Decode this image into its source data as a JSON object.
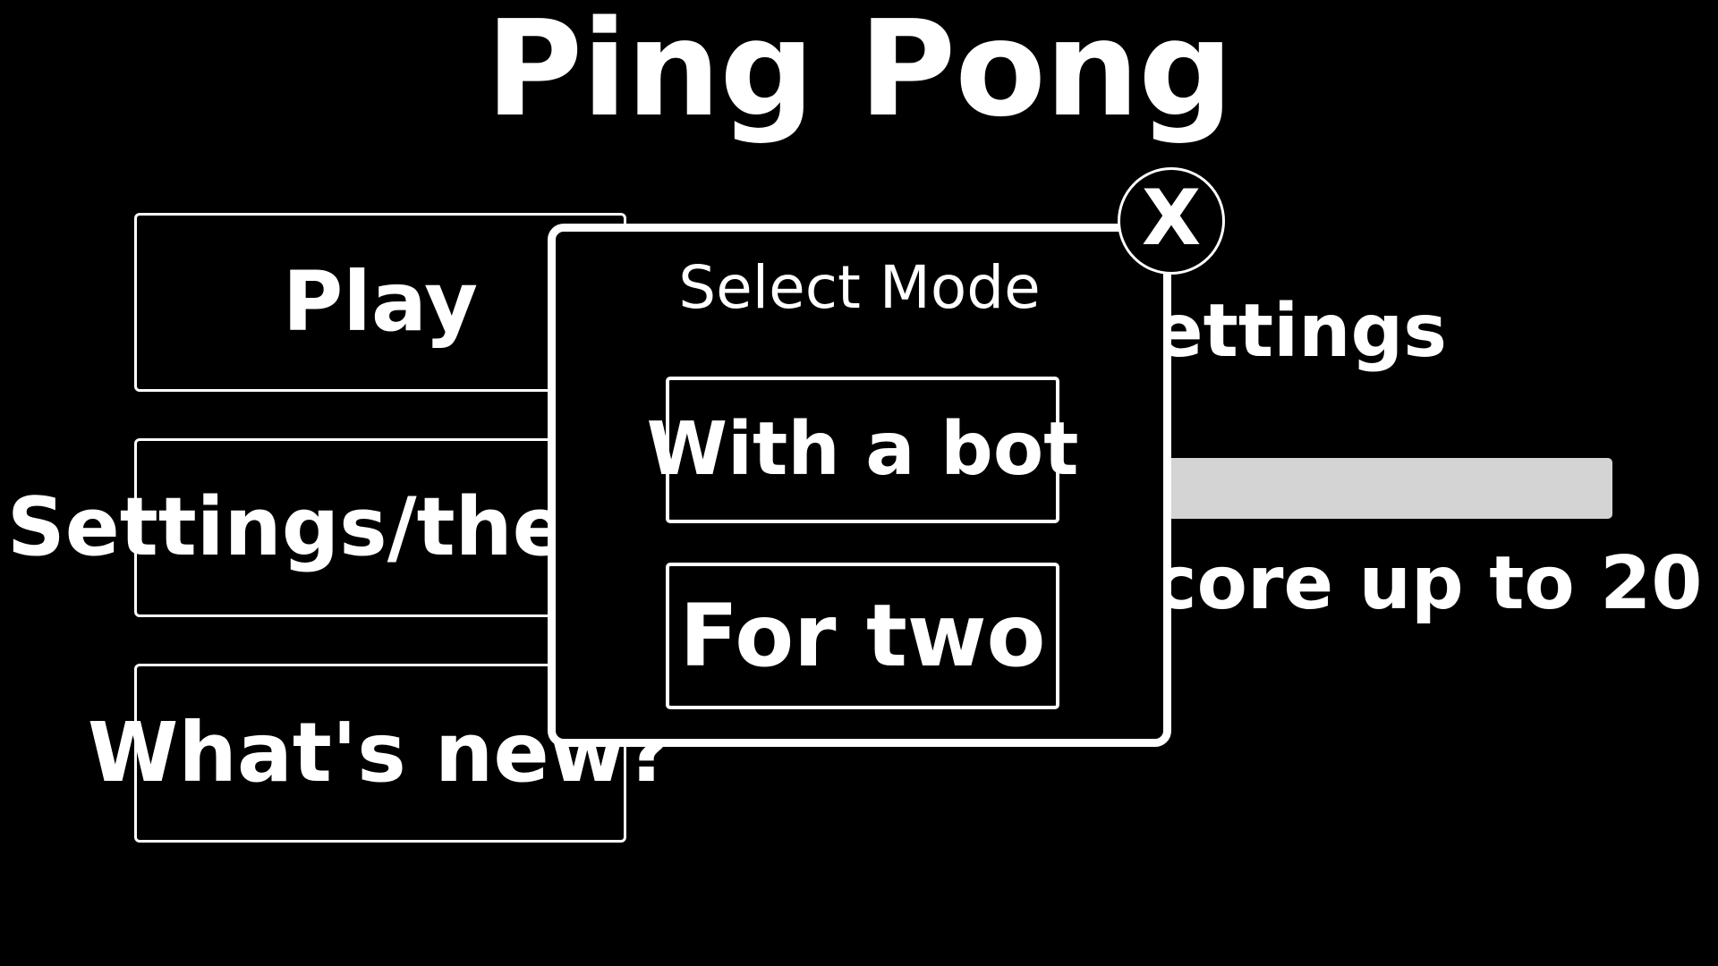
{
  "app": {
    "title": "Ping Pong",
    "background_color": "#000000",
    "foreground_color": "#ffffff"
  },
  "main_menu": {
    "buttons": [
      {
        "label": "Play",
        "name": "play"
      },
      {
        "label": "Settings/themes",
        "name": "settings-themes"
      },
      {
        "label": "What's new?",
        "name": "whats-new"
      }
    ]
  },
  "settings_panel": {
    "heading": "Settings",
    "slider": {
      "name": "volume-slider",
      "track_color": "#d4d4d4",
      "fill_percent": 100
    },
    "score_limit_label": "Score up to 20",
    "score_limit_value": "20"
  },
  "modal": {
    "title": "Select Mode",
    "close_icon": "close-x-icon",
    "close_glyph": "X",
    "options": [
      {
        "label": "With a bot",
        "name": "with-a-bot"
      },
      {
        "label": "For two",
        "name": "for-two"
      }
    ]
  }
}
